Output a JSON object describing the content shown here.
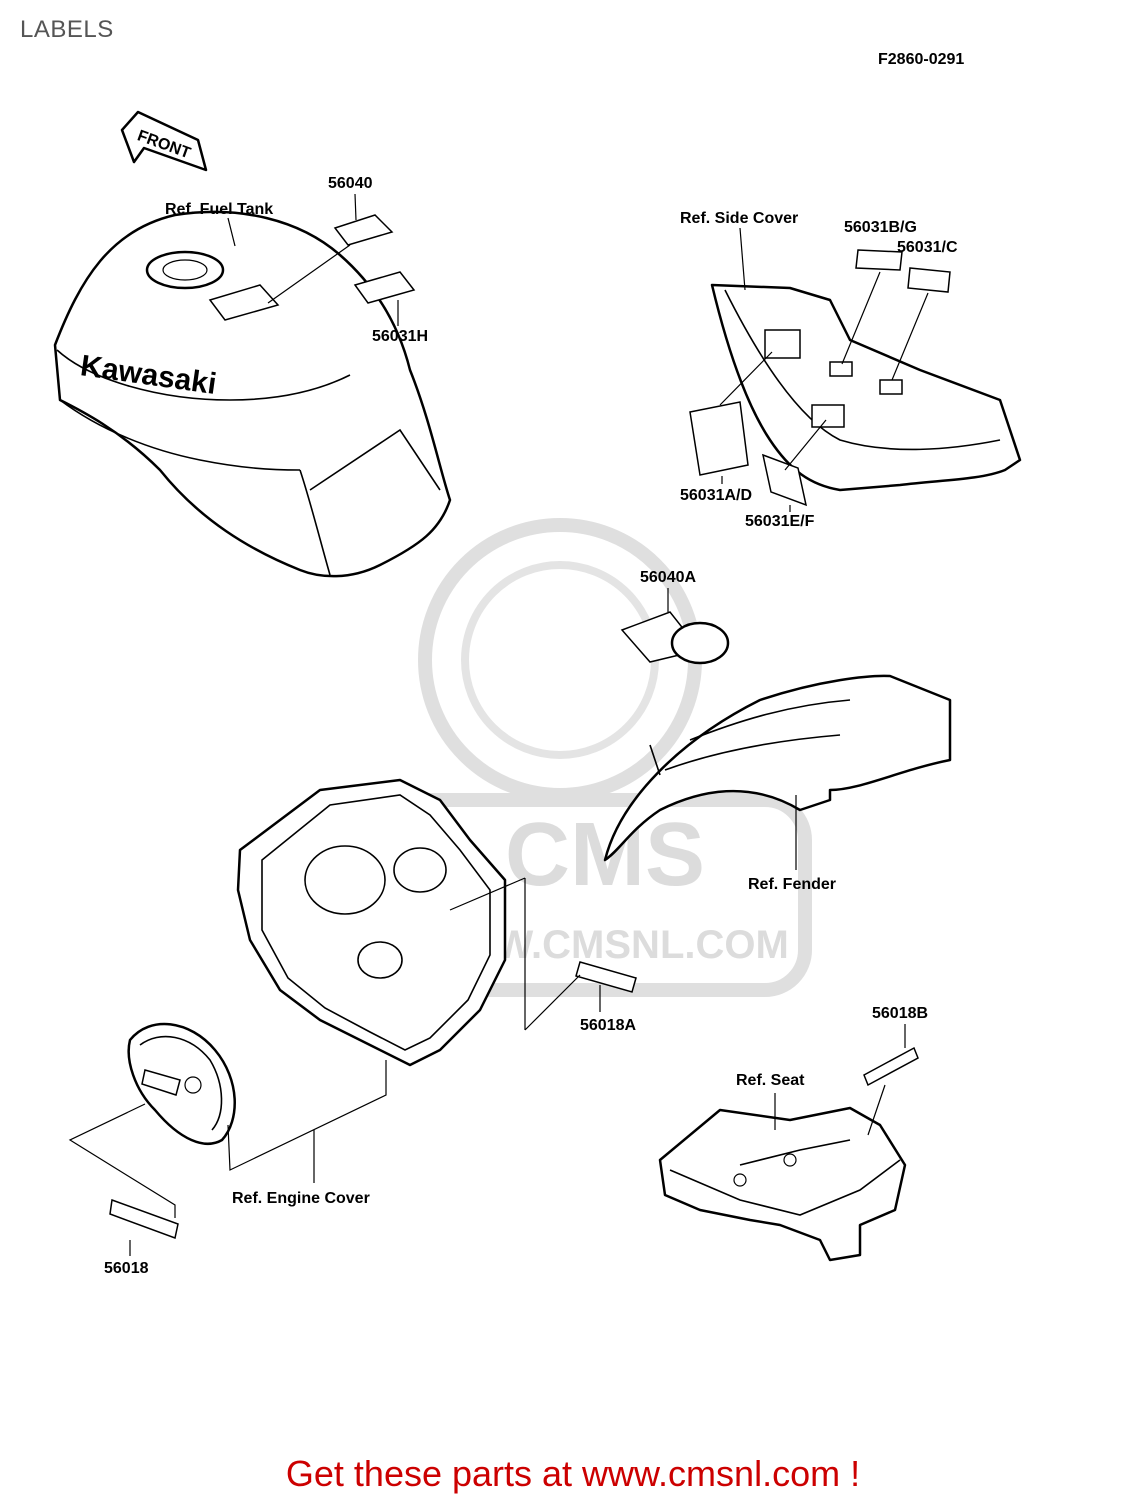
{
  "page_title": "LABELS",
  "figure_code": "F2860-0291",
  "direction_arrow": "FRONT",
  "brand_text": "Kawasaki",
  "watermark": {
    "logo_text": "CMS",
    "url_text": "WWW.CMSNL.COM"
  },
  "references": {
    "fuel_tank": "Ref. Fuel Tank",
    "side_cover": "Ref. Side Cover",
    "fender": "Ref. Fender",
    "engine_cover": "Ref. Engine Cover",
    "seat": "Ref. Seat"
  },
  "parts": {
    "p56040": "56040",
    "p56031H": "56031H",
    "p56031BG": "56031B/G",
    "p56031C": "56031/C",
    "p56031AD": "56031A/D",
    "p56031EF": "56031E/F",
    "p56040A": "56040A",
    "p56018A": "56018A",
    "p56018B": "56018B",
    "p56018": "56018"
  },
  "footer_text": "Get these parts at www.cmsnl.com !",
  "colors": {
    "footer": "#cc0000",
    "watermark": "#d9d9d9",
    "title": "#555555"
  }
}
